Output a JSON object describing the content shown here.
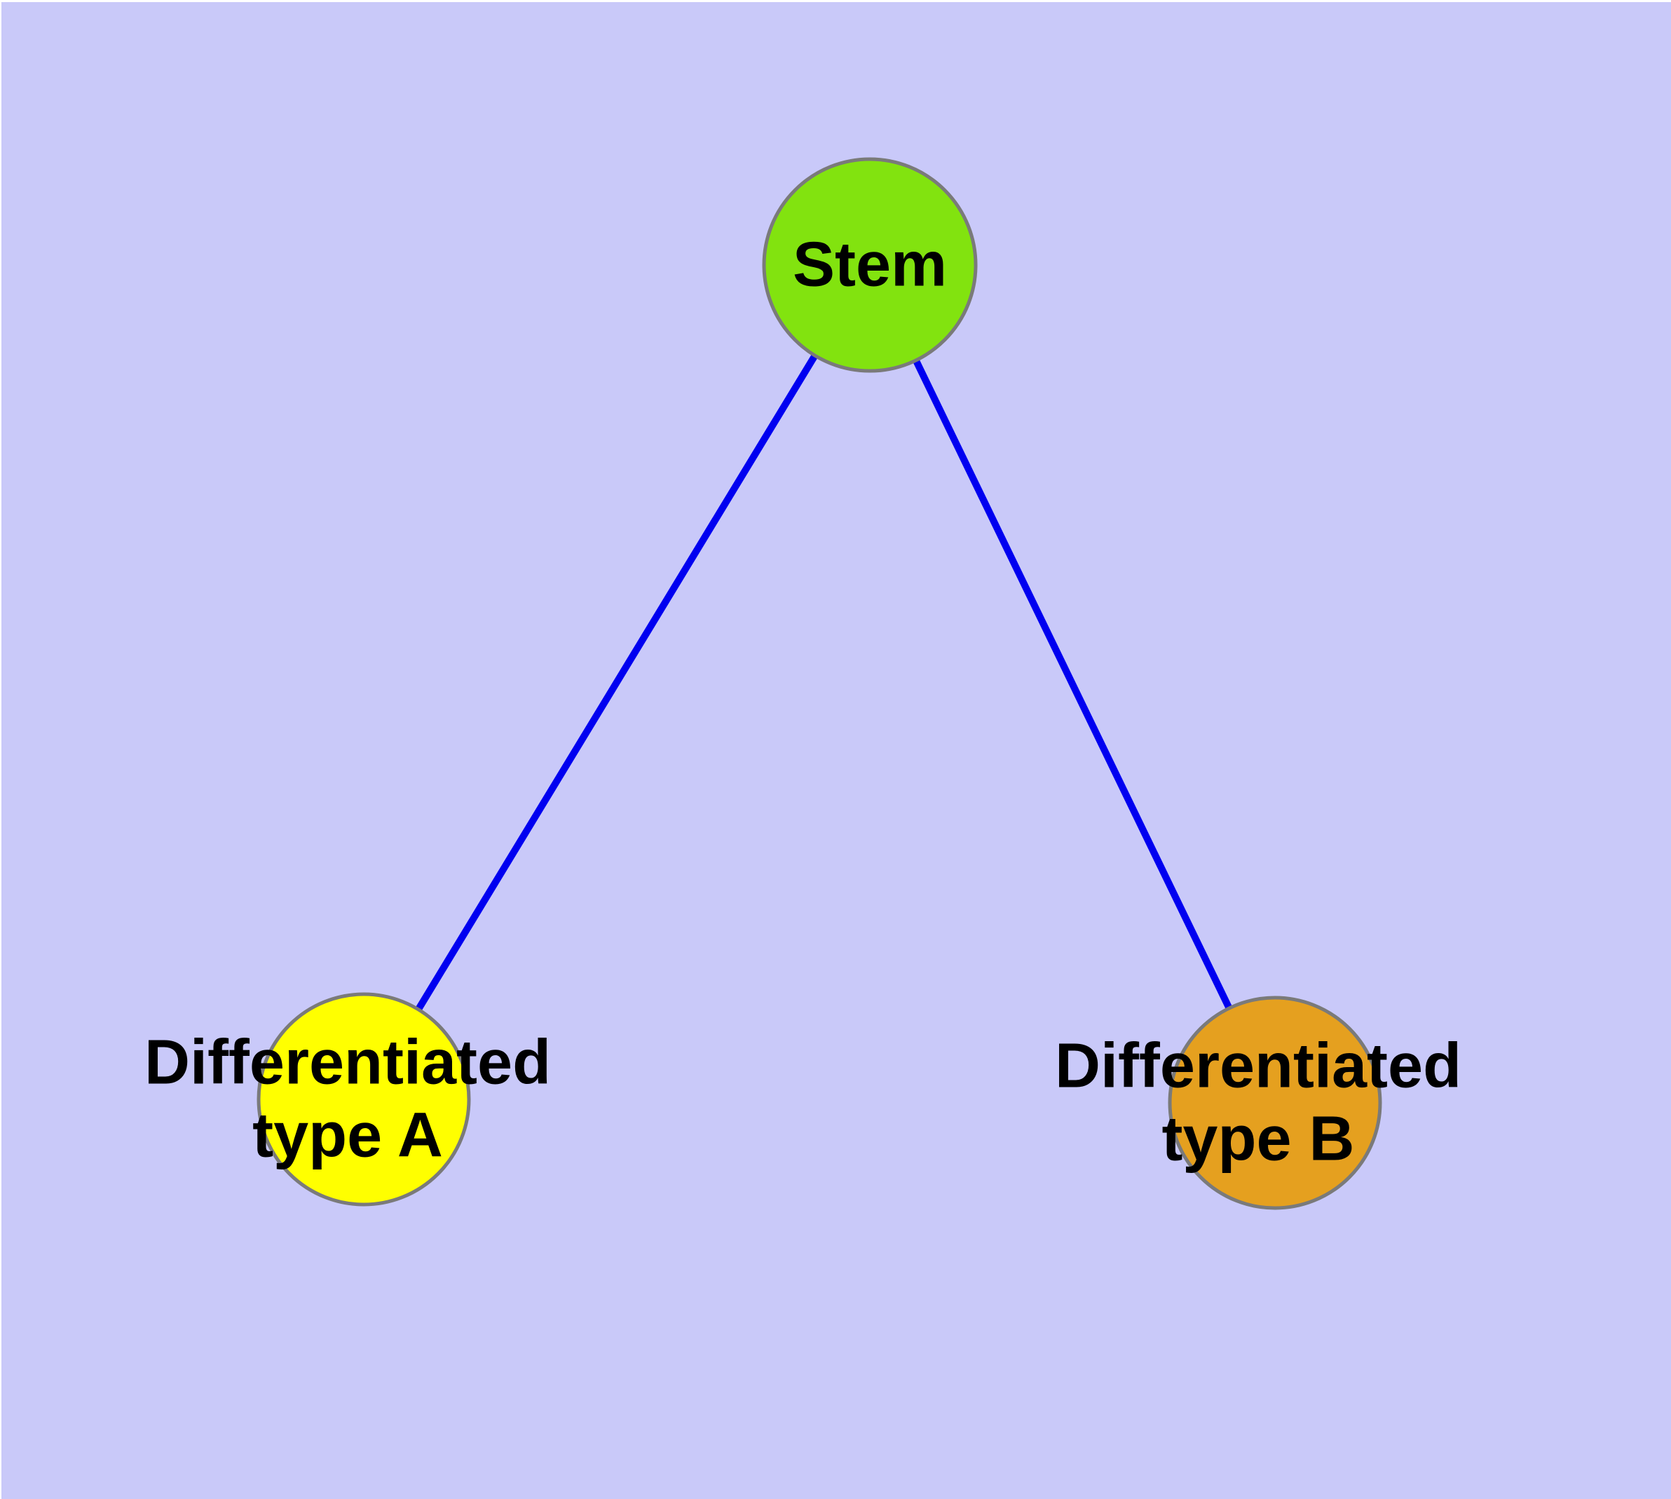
{
  "diagram": {
    "type": "graph",
    "background_color": "#c9c9f9",
    "edge_color": "#0000f0",
    "node_border_color": "#7a7a7a",
    "label_color": "#000000",
    "nodes": [
      {
        "id": "stem",
        "label": "Stem",
        "fill": "#82e30f"
      },
      {
        "id": "differentiated-type-a",
        "label": "Differentiated\ntype A",
        "fill": "#ffff00"
      },
      {
        "id": "differentiated-type-b",
        "label": "Differentiated\ntype B",
        "fill": "#e5a01f"
      }
    ],
    "edges": [
      {
        "from": "stem",
        "to": "differentiated-type-a"
      },
      {
        "from": "stem",
        "to": "differentiated-type-b"
      }
    ]
  }
}
